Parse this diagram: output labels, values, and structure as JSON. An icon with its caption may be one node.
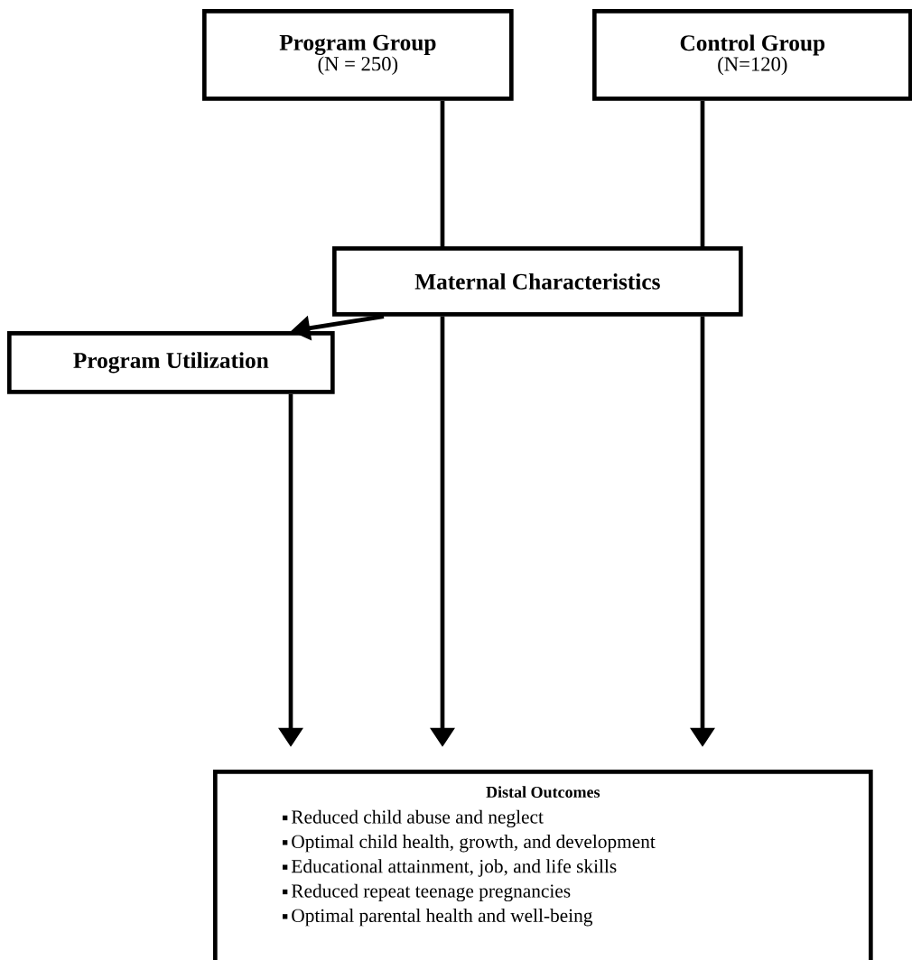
{
  "diagram": {
    "nodes": [
      {
        "text": [
          "Program Group",
          "(N = 250)"
        ]
      },
      {
        "text": [
          "Control Group",
          "(N=120)"
        ]
      },
      {
        "text": [
          "Maternal Characteristics"
        ]
      },
      {
        "text": [
          "Program Utilization"
        ]
      },
      {
        "text": [
          "Distal Outcomes",
          "Reduced child abuse and neglect",
          "Optimal child health, growth, and development",
          "Educational attainment, job, and life skills",
          "Reduced repeat teenage pregnancies",
          "Optimal parental health and well-being"
        ]
      }
    ],
    "edges": [
      {
        "from": 0,
        "to": 2,
        "arrow": "none"
      },
      {
        "from": 1,
        "to": 2,
        "arrow": "none"
      },
      {
        "from": 2,
        "to": 3,
        "arrow": "to"
      },
      {
        "from": 3,
        "to": 4,
        "arrow": "to"
      },
      {
        "from": 2,
        "to": 4,
        "arrow": "to"
      },
      {
        "from": 2,
        "to": 4,
        "arrow": "to"
      }
    ]
  }
}
